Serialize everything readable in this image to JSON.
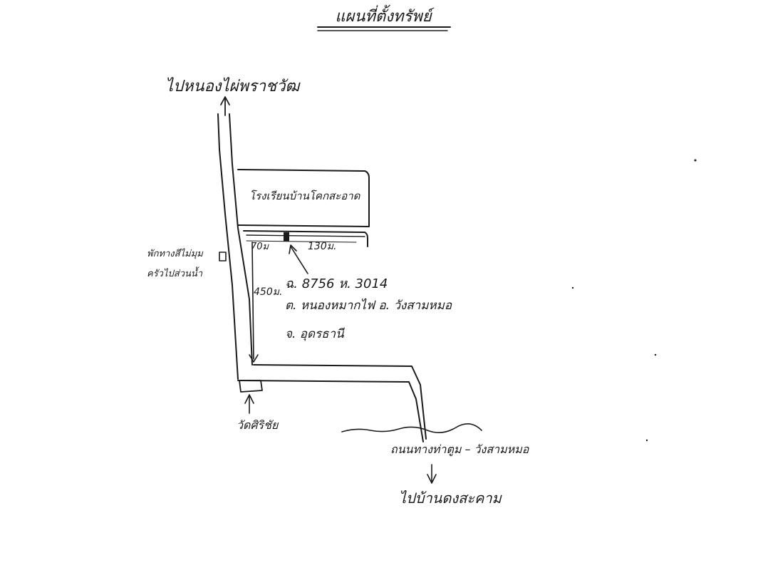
{
  "map": {
    "title": "แผนที่ตั้งทรัพย์",
    "to_north": "ไปหนองไผ่พราชวัฒ",
    "school": "โรงเรียนบ้านโคกสะอาด",
    "dist_left": "70ม",
    "dist_right": "130ม.",
    "dist_vertical": "450ม.",
    "side_note_line1": "พักทางสีไม่มุม",
    "side_note_line2": "ครัวไปส่วนน้ำ",
    "deed": "ฉ. 8756 ห. 3014",
    "subdistrict": "ต. หนองหมากไฟ อ. วังสามหมอ",
    "province": "จ. อุดรธานี",
    "temple": "วัดศิริชัย",
    "road": "ถนนทางท่าตูม – วังสามหมอ",
    "to_south": "ไปบ้านดงสะคาม"
  },
  "colors": {
    "ink": "#1a1a1a",
    "paper": "#ffffff"
  }
}
